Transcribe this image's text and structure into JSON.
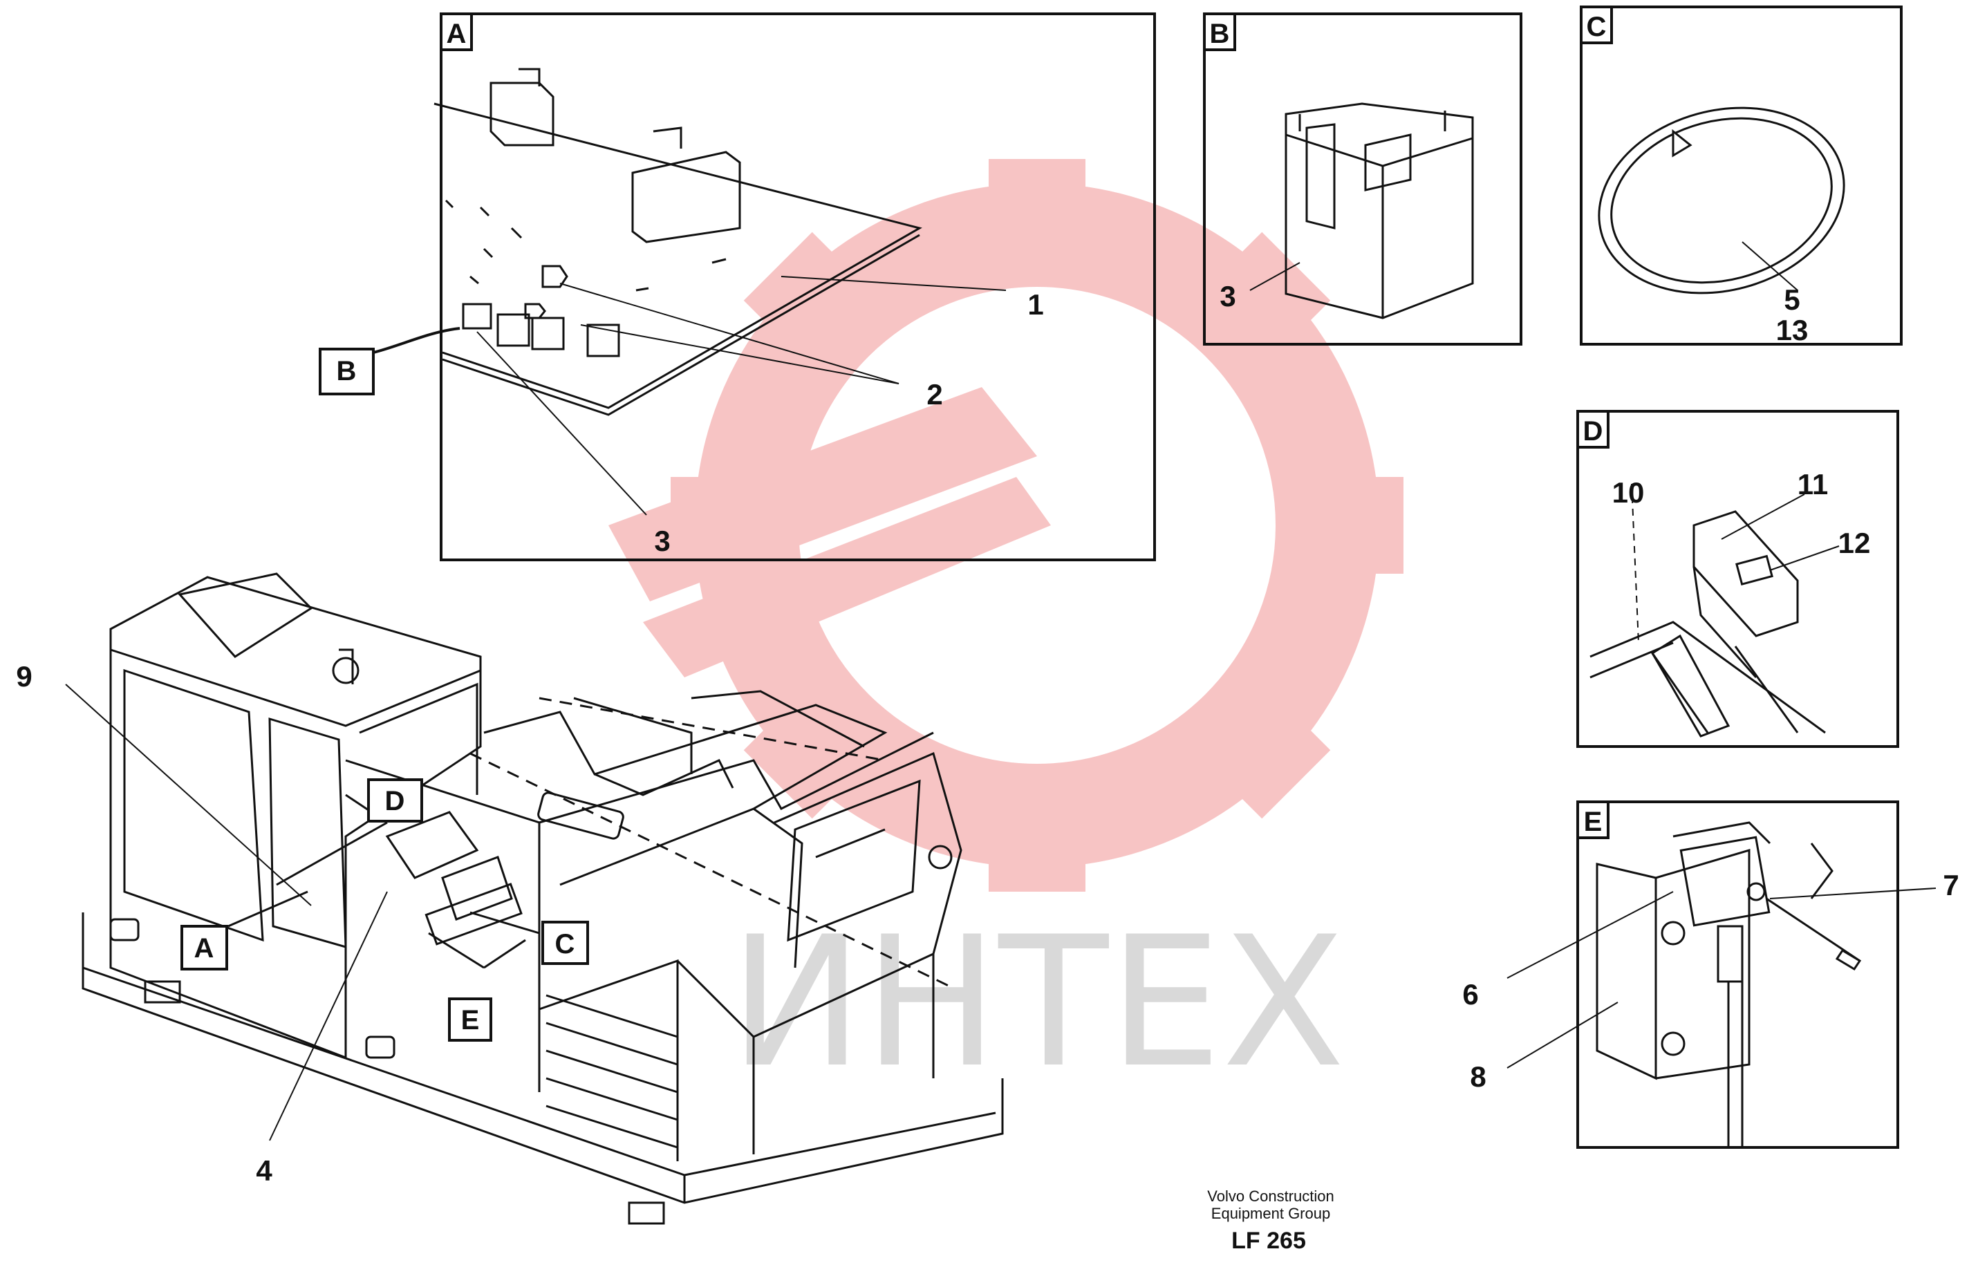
{
  "panels": {
    "A": {
      "label": "A"
    },
    "B": {
      "label": "B"
    },
    "C": {
      "label": "C"
    },
    "D": {
      "label": "D"
    },
    "E": {
      "label": "E"
    }
  },
  "callouts": {
    "panelA": [
      "1",
      "2",
      "3"
    ],
    "panelB": [
      "3"
    ],
    "panelC": [
      "5",
      "13"
    ],
    "panelD": [
      "10",
      "11",
      "12"
    ],
    "panelE": [
      "6",
      "7",
      "8"
    ],
    "machine": [
      "9",
      "4"
    ]
  },
  "tags": {
    "B": "B",
    "D": "D",
    "A": "A",
    "C": "C",
    "E": "E"
  },
  "footer": {
    "line1": "Volvo Construction",
    "line2": "Equipment Group",
    "code": "LF 265"
  },
  "watermark": {
    "text": "ИНТЕХ",
    "gear_color": "#f7c4c4",
    "text_color": "#d9d9d9"
  }
}
